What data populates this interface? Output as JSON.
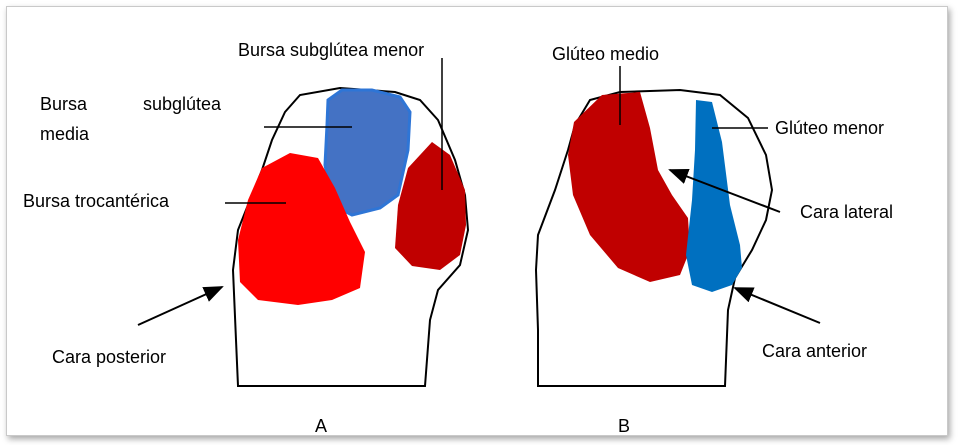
{
  "panel_a": {
    "label": "A",
    "labels": {
      "bursa_subglutea_menor": "Bursa subglútea menor",
      "bursa_subglutea_media_word1": "Bursa",
      "bursa_subglutea_media_word2": "subglútea",
      "bursa_subglutea_media_word3": "media",
      "bursa_trocanterica": "Bursa trocantérica",
      "cara_posterior": "Cara posterior"
    }
  },
  "panel_b": {
    "label": "B",
    "labels": {
      "gluteo_medio": "Glúteo medio",
      "gluteo_menor": "Glúteo menor",
      "cara_lateral": "Cara lateral",
      "cara_anterior": "Cara anterior"
    }
  },
  "colors": {
    "bursa_subglutea_media_fill": "#4472c4",
    "bursa_subglutea_media_stroke": "#2e75d6",
    "bursa_trocanterica_fill": "#ff0000",
    "bursa_subglutea_menor_fill": "#c00000",
    "gluteo_medio_fill": "#c00000",
    "gluteo_menor_fill": "#0070c0",
    "outline": "#000000"
  }
}
